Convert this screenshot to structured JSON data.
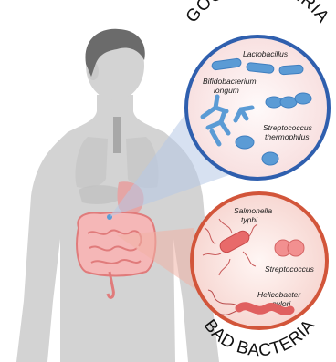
{
  "good": {
    "title": "GOOD BACTERIA",
    "labels": {
      "lactobacillus": "Lactobacillus",
      "bifido_line1": "Bifidobacterium",
      "bifido_line2": "longum",
      "strep_line1": "Streptococcus",
      "strep_line2": "thermophilus"
    },
    "ring_color": "#2f5fae"
  },
  "bad": {
    "title": "BAD BACTERIA",
    "labels": {
      "salmonella_line1": "Salmonella",
      "salmonella_line2": "typhi",
      "streptococcus": "Streptococcus",
      "helico_line1": "Helicobacter",
      "helico_line2": "pylori"
    },
    "ring_color": "#d2553a"
  },
  "colors": {
    "body": "#d3d3d3",
    "hair": "#6b6b6b",
    "intestine": "#f08f8f",
    "good_bacteria": "#5b9bd5",
    "bad_bacteria": "#e86a6a"
  }
}
